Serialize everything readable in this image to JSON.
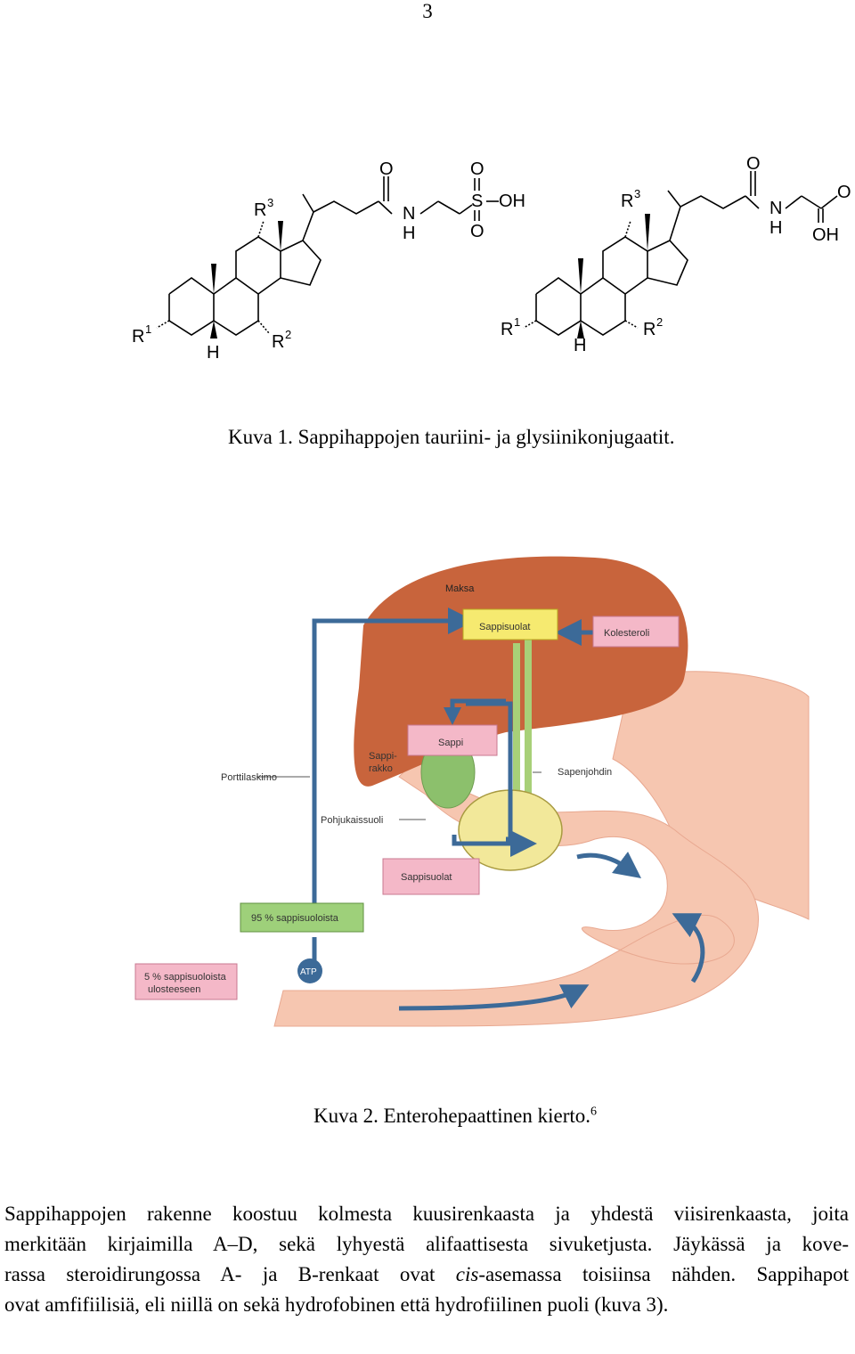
{
  "page_number": "3",
  "figure1": {
    "caption": "Kuva 1. Sappihappojen tauriini- ja glysiinikonjugaatit.",
    "left_structure": {
      "labels": {
        "r1": "R",
        "r1_sup": "1",
        "r2": "R",
        "r2_sup": "2",
        "r3": "R",
        "r3_sup": "3",
        "h_bottom": "H",
        "o_amide": "O",
        "n": "N",
        "nh_h": "H",
        "s": "S",
        "o_s_top": "O",
        "o_s_bottom": "O",
        "oh": "OH"
      }
    },
    "right_structure": {
      "labels": {
        "r1": "R",
        "r1_sup": "1",
        "r2": "R",
        "r2_sup": "2",
        "r3": "R",
        "r3_sup": "3",
        "h_bottom": "H",
        "o_amide": "O",
        "n": "N",
        "nh_h": "H",
        "o_acid": "O",
        "oh": "OH"
      }
    }
  },
  "figure2": {
    "caption": "Kuva 2. Enterohepaattinen kierto.",
    "caption_ref": "6",
    "labels": {
      "maksa": "Maksa",
      "sappisuolat_top": "Sappisuolat",
      "kolesteroli": "Kolesteroli",
      "sappi": "Sappi",
      "sappirakko_1": "Sappi-",
      "sappirakko_2": "rakko",
      "sapenjohdin": "Sapenjohdin",
      "porttilaskimo": "Porttilaskimo",
      "pohjukaissuoli": "Pohjukaissuoli",
      "sappisuolat_bottom": "Sappisuolat",
      "percent95": "95 % sappisuoloista",
      "percent5_1": "5 % sappisuoloista",
      "percent5_2": "ulosteeseen",
      "atp": "ATP"
    },
    "colors": {
      "liver": "#c8643c",
      "intestine": "#f6c6b0",
      "gallbladder": "#8cc06c",
      "pancreas": "#f2e89a",
      "arrow": "#3c6a98",
      "yellow_box": "#f6ea70",
      "pink_box": "#f4b8c8",
      "green_box": "#9ed07a"
    }
  },
  "body": {
    "line1": "Sappihappojen rakenne koostuu kolmesta kuusirenkaasta ja yhdestä viisirenkaasta, joita",
    "line2": "merkitään kirjaimilla A–D, sekä lyhyestä alifaattisesta sivuketjusta. Jäykässä ja kove-",
    "line3_a": "rassa steroidirungossa A- ja B-renkaat ovat ",
    "line3_em": "cis",
    "line3_b": "-asemassa toisiinsa nähden. Sappihapot",
    "line4": "ovat amfifiilisiä, eli niillä on sekä hydrofobinen että hydrofiilinen puoli (kuva 3)."
  }
}
